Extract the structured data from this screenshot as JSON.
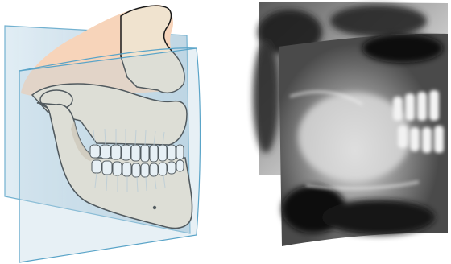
{
  "figure": {
    "panels": [
      {
        "id": "illustration",
        "content": "skull-with-mandible-and-curved-focal-planes"
      },
      {
        "id": "radiograph",
        "content": "panoramic-xray-folded-view"
      }
    ],
    "colors": {
      "bone": "#f0e3cf",
      "bone_shade": "#d9c3a6",
      "skin": "#f7d4ba",
      "plane_fill": "#b9d4e3",
      "plane_stroke": "#5aa4c8",
      "outline": "#1a1a1a",
      "teeth": "#ffffff"
    },
    "icons": [
      "skull-icon",
      "focal-plane-icon",
      "xray-image-icon"
    ]
  }
}
